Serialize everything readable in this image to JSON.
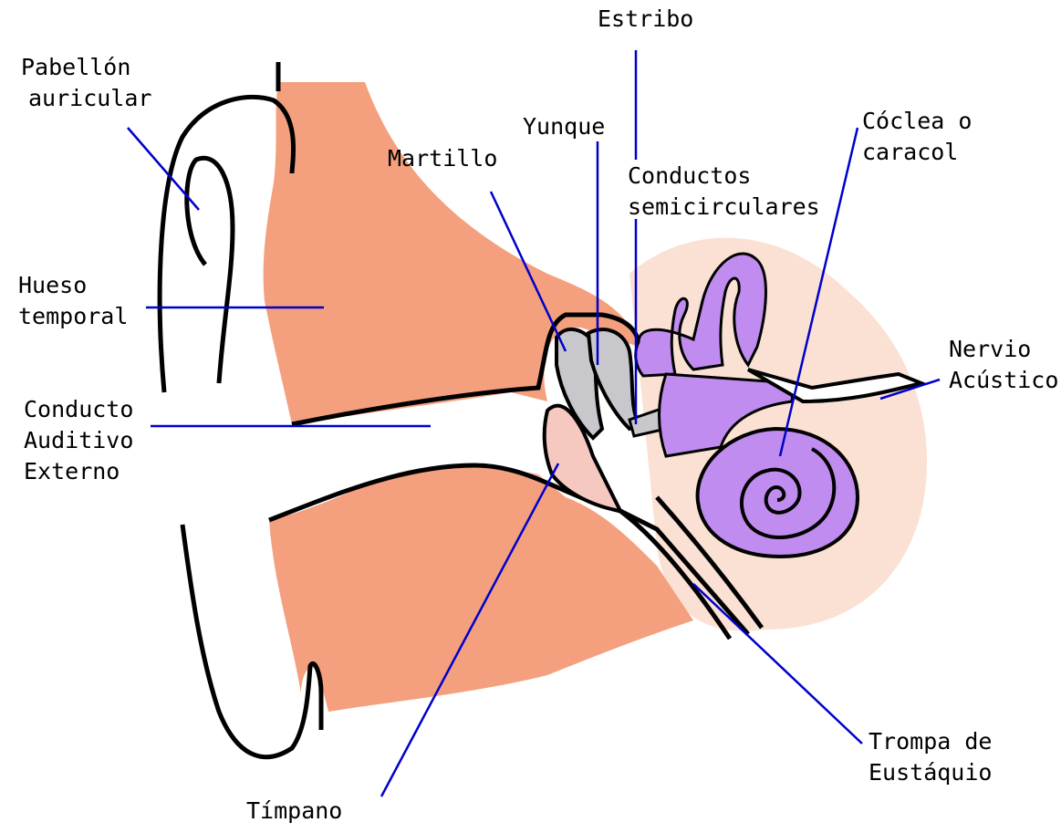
{
  "colors": {
    "bone": "#f4a07e",
    "bone_light": "#f8c8b0",
    "inner_ear": "#c08cf0",
    "ossicle": "#c8c8cc",
    "eardrum": "#f5c8c0",
    "outline": "#000000",
    "leader_line": "#0000cc",
    "background": "#ffffff"
  },
  "labels": {
    "pabellon": [
      "Pabellón",
      "auricular"
    ],
    "hueso": [
      "Hueso",
      "temporal"
    ],
    "conducto_auditivo": [
      "Conducto",
      "Auditivo",
      "Externo"
    ],
    "martillo": "Martillo",
    "yunque": "Yunque",
    "estribo": "Estribo",
    "conductos_semicirculares": [
      "Conductos",
      "semicirculares"
    ],
    "coclea": [
      "Cóclea o",
      "caracol"
    ],
    "nervio": [
      "Nervio",
      "Acústico"
    ],
    "trompa": [
      "Trompa de",
      "Eustáquio"
    ],
    "timpano": "Tímpano"
  }
}
